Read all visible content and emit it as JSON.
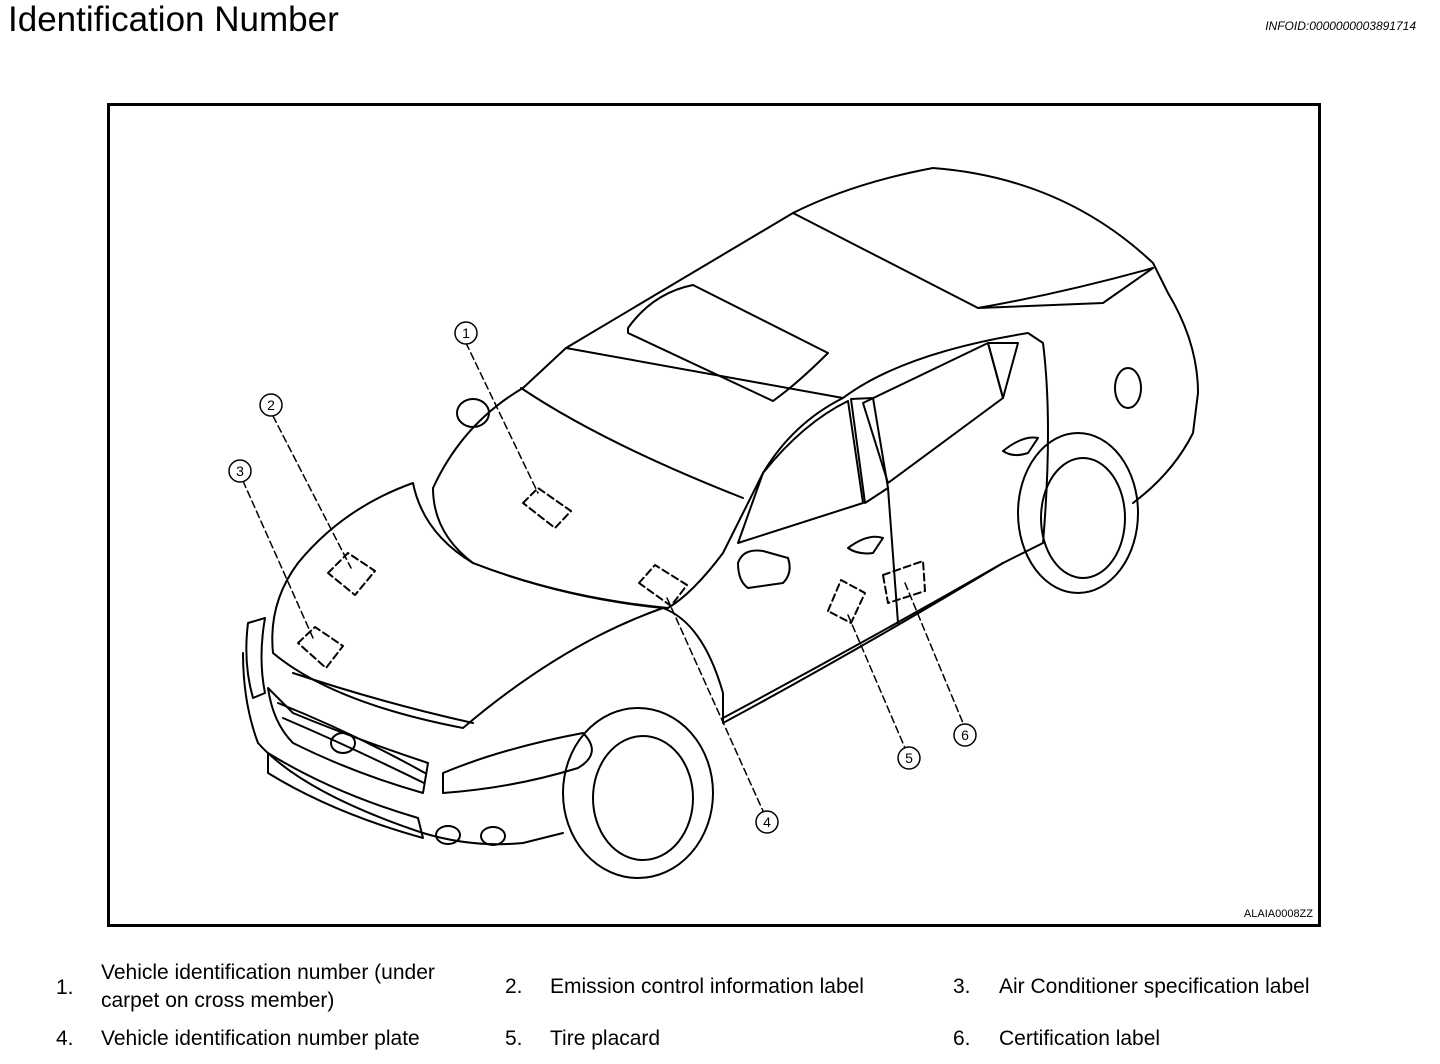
{
  "header": {
    "title": "Identification Number",
    "infoid": "INFOID:0000000003891714"
  },
  "figure": {
    "code": "ALAIA0008ZZ",
    "callouts": [
      "1",
      "2",
      "3",
      "4",
      "5",
      "6"
    ]
  },
  "legend": [
    {
      "num": "1.",
      "text": "Vehicle identification number (under carpet on cross member)"
    },
    {
      "num": "2.",
      "text": "Emission control information label"
    },
    {
      "num": "3.",
      "text": "Air Conditioner specification label"
    },
    {
      "num": "4.",
      "text": "Vehicle identification number plate"
    },
    {
      "num": "5.",
      "text": "Tire placard"
    },
    {
      "num": "6.",
      "text": "Certification label"
    }
  ]
}
